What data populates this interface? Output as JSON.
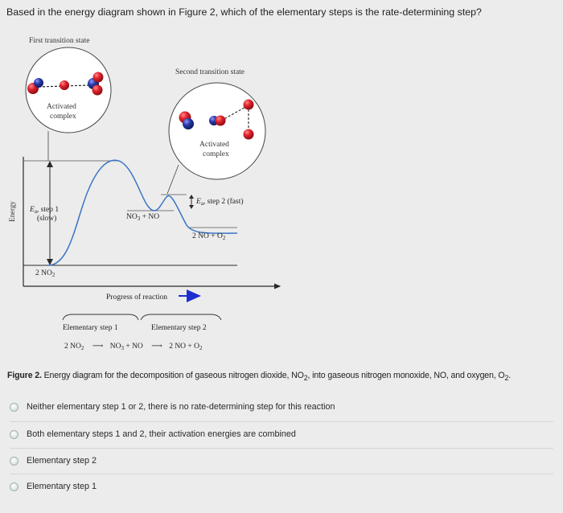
{
  "question": {
    "text": "Based in the energy diagram shown in Figure 2, which of the elementary steps is the rate-determining step?"
  },
  "figure": {
    "first_ts_label": "First transition state",
    "second_ts_label": "Second transition state",
    "activated_complex_1": [
      "Activated",
      "complex"
    ],
    "activated_complex_2": [
      "Activated",
      "complex"
    ],
    "y_axis_label": "Energy",
    "x_axis_label": "Progress of reaction",
    "ea1_label": [
      "E",
      "a",
      ", step 1"
    ],
    "ea1_slow": "(slow)",
    "ea2_label": [
      "E",
      "a",
      ", step 2 (fast)"
    ],
    "intermediate": [
      "NO",
      "3",
      " + NO"
    ],
    "reactant": [
      "2 NO",
      "2"
    ],
    "product": [
      "2 NO + O",
      "2"
    ],
    "step1_label": "Elementary step 1",
    "step2_label": "Elementary step 2",
    "equation": {
      "a": [
        "2 NO",
        "2"
      ],
      "b": [
        "NO",
        "3",
        " + NO"
      ],
      "c": [
        "2 NO + O",
        "2"
      ],
      "arrow": "⟶"
    },
    "colors": {
      "oxygen": "#e0232d",
      "nitrogen": "#2b3aa8",
      "axis": "#2a2a2a",
      "arrow_blue": "#1e2fd0"
    }
  },
  "caption": {
    "prefix": "Figure 2.",
    "text": " Energy diagram for the decomposition of gaseous nitrogen dioxide, NO",
    "sub1": "2",
    "mid": ", into gaseous nitrogen monoxide, NO, and oxygen, O",
    "sub2": "2",
    "end": "."
  },
  "options": [
    {
      "label": "Neither elementary step 1 or 2, there is no rate-determining step for this reaction"
    },
    {
      "label": "Both elementary steps 1 and 2, their activation energies are combined"
    },
    {
      "label": "Elementary step 2"
    },
    {
      "label": "Elementary step 1"
    }
  ]
}
